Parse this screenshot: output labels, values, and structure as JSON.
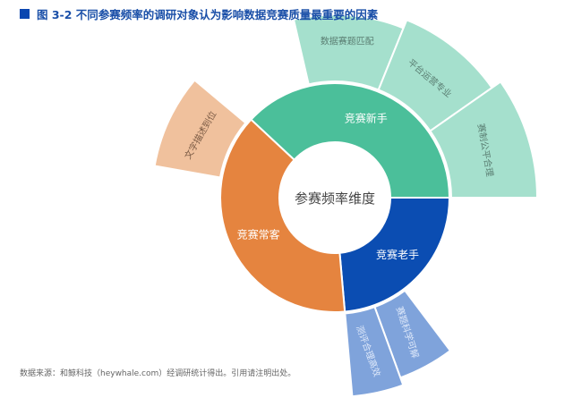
{
  "title": "图 3-2 不同参赛频率的调研对象认为影响数据竞赛质量最重要的因素",
  "source": "数据来源：和鲸科技（heywhale.com）经调研统计得出。引用请注明出处。",
  "chart_data": {
    "type": "sunburst",
    "center_label": "参赛频率维度",
    "inner": [
      {
        "name": "竞赛新手",
        "start_deg": -47,
        "end_deg": 90,
        "color": "#4bbf9a"
      },
      {
        "name": "竞赛老手",
        "start_deg": 90,
        "end_deg": 175,
        "color": "#0b4db2"
      },
      {
        "name": "竞赛常客",
        "start_deg": 175,
        "end_deg": 313,
        "color": "#e5843f"
      }
    ],
    "outer": [
      {
        "name": "文字描述到位",
        "parent": "竞赛常客",
        "start_deg": -80,
        "end_deg": -50,
        "level": 0.78,
        "color": "#f0c19d"
      },
      {
        "name": "数据赛题匹配",
        "parent": "竞赛新手",
        "start_deg": -13,
        "end_deg": 22,
        "level": 0.78,
        "color": "#a5e0cd"
      },
      {
        "name": "平台运营专业",
        "parent": "竞赛新手",
        "start_deg": 22,
        "end_deg": 55,
        "level": 0.88,
        "color": "#a5e0cd"
      },
      {
        "name": "赛制公平合理",
        "parent": "竞赛新手",
        "start_deg": 55,
        "end_deg": 90,
        "level": 1.0,
        "color": "#a5e0cd"
      },
      {
        "name": "赛题科学可解",
        "parent": "竞赛老手",
        "start_deg": 143,
        "end_deg": 160,
        "level": 0.88,
        "color": "#7fa3db"
      },
      {
        "name": "测评合理高效",
        "parent": "竞赛老手",
        "start_deg": 160,
        "end_deg": 175,
        "level": 0.97,
        "color": "#7fa3db"
      }
    ]
  }
}
